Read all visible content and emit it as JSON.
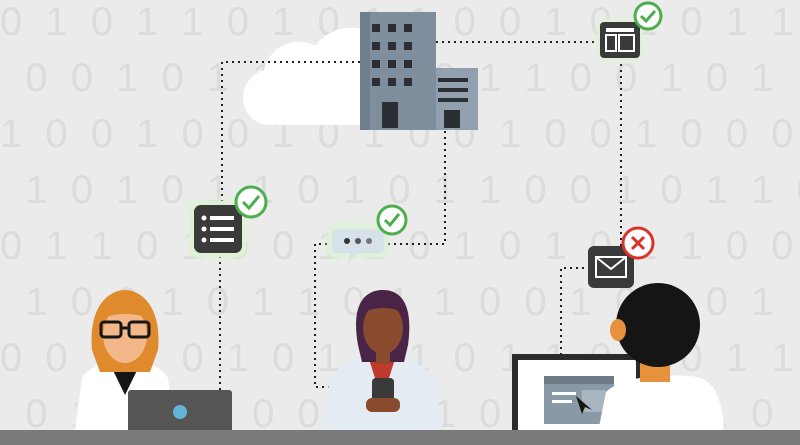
{
  "binary_rows": [
    "0 1 0 1 1 0 1 0 1 1 0 0 1 0 1 0 1 1 0",
    "1 0 0 1 0 1 1 0 0 1 0 1 1 0 0 1 0 1 1",
    "1 0 0 1 0 0 1 0 1 0 0 1 0 0 1 0 0 0 1",
    "1 1 0 1 0 1 1 0 1 0 1 1 0 0 1 0 1 1 0",
    "0 1 1 0 1 0 0 1 1 0 1 0 1 0 1 1 0 0 1",
    "1 1 0 0 1 0 1 1 0 1 1 0 0 1 0 1 0 1 1",
    "0 0 1 1 0 1 0 1 0 1 0 1 1 0 1 0 1 1 0",
    "1 0 1 0 1 1 0 0 1 0 1 0 0 1 1 0 1 0 1"
  ],
  "colors": {
    "background": "#ebebeb",
    "binary": "#dcdcdc",
    "cloud": "#ffffff",
    "building": "#7e8e9c",
    "building_dark": "#55626e",
    "tile": "#3a3a3a",
    "check": "#4cae4c",
    "check_glow": "#c8e8c0",
    "error": "#d9342b",
    "hair_orange": "#e08a2e",
    "skin_light": "#f2b88a",
    "hair_purple": "#4a2446",
    "skin_dark": "#8a4a2e",
    "shirt_red": "#c0392b",
    "hair_black": "#151515",
    "skin_orange": "#e7913c",
    "laptop": "#555555",
    "laptop_logo": "#63b3d6",
    "desk": "#7a7a7a"
  },
  "icons": {
    "list": "list-icon",
    "chat": "chat-bubble-icon",
    "web": "web-page-icon",
    "mail": "envelope-icon",
    "check": "check-icon",
    "error": "x-circle-icon"
  },
  "connection_status": {
    "list": "approved",
    "chat": "approved",
    "web": "approved",
    "mail": "blocked"
  }
}
